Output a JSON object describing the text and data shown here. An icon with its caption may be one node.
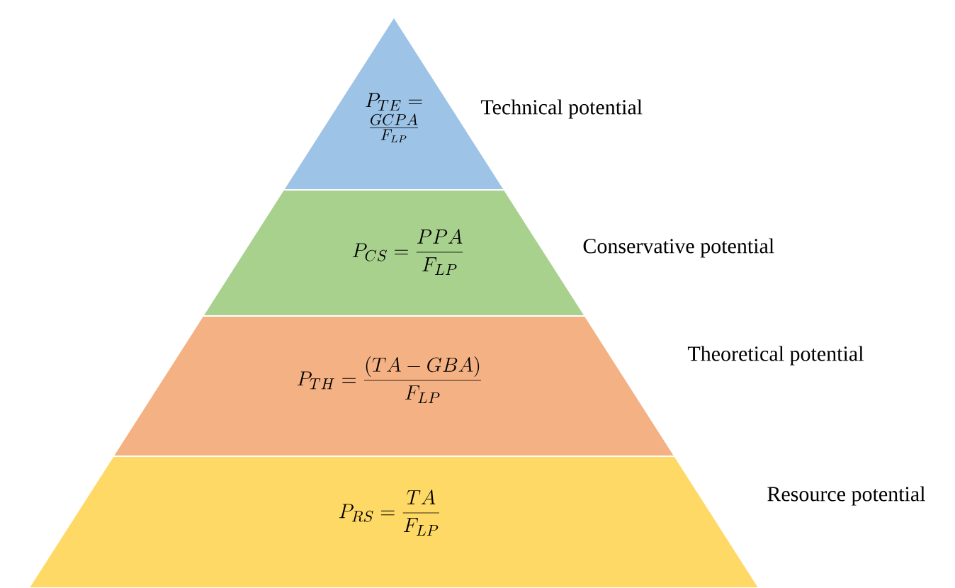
{
  "diagram": {
    "nodes": [
      {
        "text": [
          "\\begin{array}{c}P_{TE} =\\\\ \\frac{GCPA}{F_{LP}}\\end{array}"
        ],
        "beside": [
          "Technical potential"
        ]
      },
      {
        "text": [
          "P_{CS} = \\frac{PPA}{F_{LP}}"
        ],
        "beside": [
          "Conservative potential"
        ]
      },
      {
        "text": [
          "P_{TH} = \\frac{(TA - GBA)}{F_{LP}}"
        ],
        "beside": [
          "Theoretical potential"
        ]
      },
      {
        "text": [
          "P_{RS} = \\frac{TA}{F_{LP}}"
        ],
        "beside": [
          "Resource potential"
        ]
      }
    ]
  }
}
